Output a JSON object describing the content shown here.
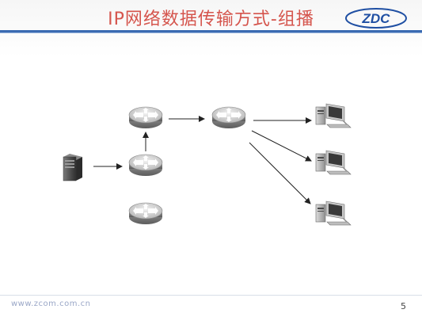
{
  "slide": {
    "title": "IP网络数据传输方式-组播",
    "logo_text": "ZDC",
    "footer_url": "www.zcom.com.cn",
    "page_number": "5"
  },
  "diagram": {
    "nodes": [
      {
        "id": "source-server",
        "type": "server"
      },
      {
        "id": "router-entry",
        "type": "router"
      },
      {
        "id": "router-upper",
        "type": "router"
      },
      {
        "id": "router-isolated",
        "type": "router"
      },
      {
        "id": "router-core",
        "type": "router"
      },
      {
        "id": "client-1",
        "type": "pc"
      },
      {
        "id": "client-2",
        "type": "pc"
      },
      {
        "id": "client-3",
        "type": "pc"
      }
    ],
    "edges": [
      {
        "from": "source-server",
        "to": "router-entry"
      },
      {
        "from": "router-entry",
        "to": "router-upper"
      },
      {
        "from": "router-upper",
        "to": "router-core"
      },
      {
        "from": "router-core",
        "to": "client-1"
      },
      {
        "from": "router-core",
        "to": "client-2"
      },
      {
        "from": "router-core",
        "to": "client-3"
      }
    ],
    "colors": {
      "title": "#d5554d",
      "accent_rule": "#3b6bb2",
      "arrow": "#222222"
    }
  }
}
